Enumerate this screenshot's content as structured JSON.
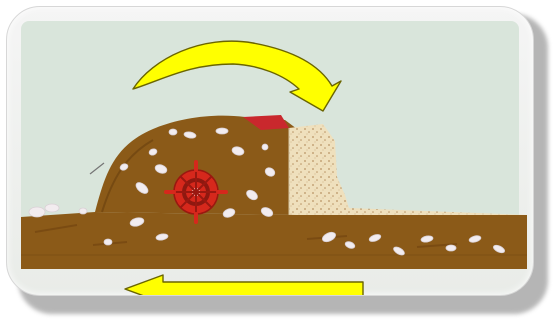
{
  "diagram": {
    "colors": {
      "background": "#d9e5db",
      "soil": "#8b5a18",
      "soil_dark": "#6d4310",
      "pebbles": "#f2ecef",
      "sand": "#efe0bd",
      "sand_dots": "#b89364",
      "arrow": "#ffff00",
      "arrow_outline": "#6b6500",
      "wheel": "#d6281c",
      "blade": "#c9282d"
    },
    "elements": {
      "curved_arrow": "rotation-arrow-icon",
      "bottom_arrow": "left-arrow-icon",
      "wheel": "rotor-wheel-icon",
      "soil_heap": "soil-heap",
      "sand_block": "sand-block",
      "ground": "ground-strip"
    }
  }
}
